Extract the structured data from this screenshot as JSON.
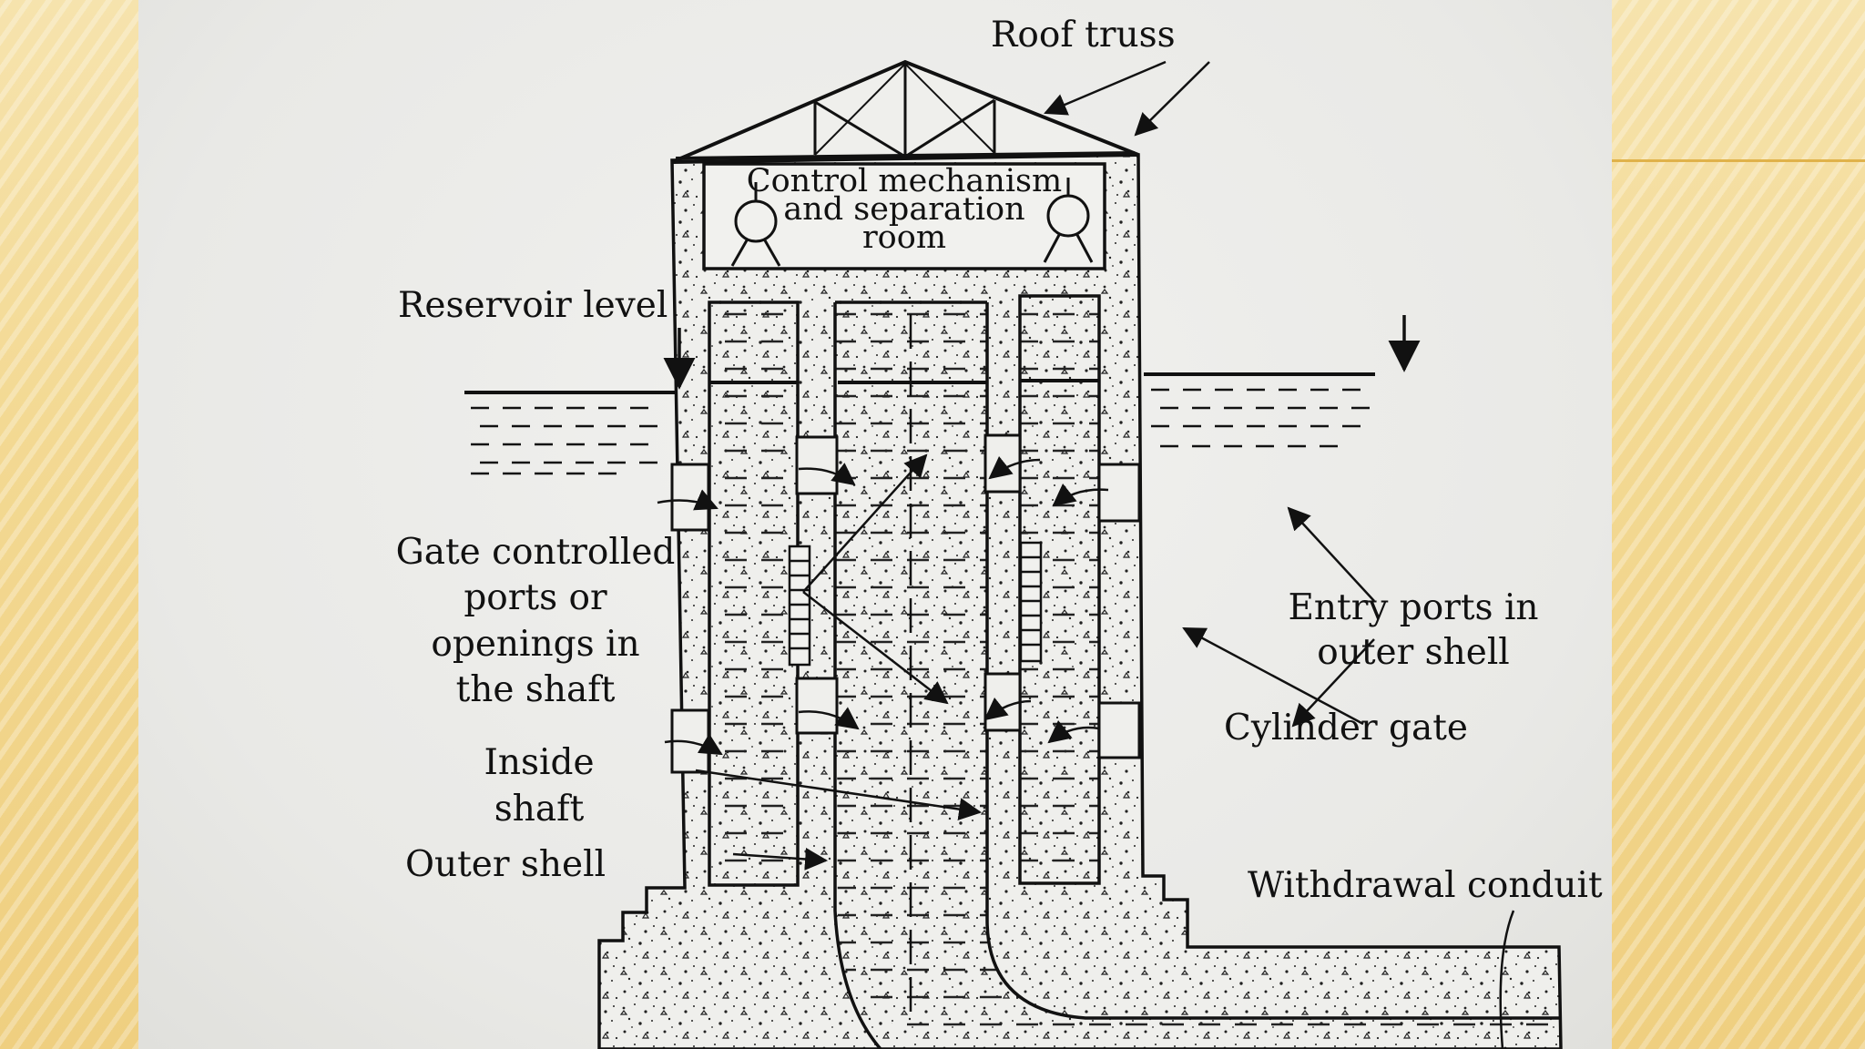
{
  "diagram": {
    "labels": {
      "roof_truss": "Roof truss",
      "control_room_1": "Control mechanism",
      "control_room_2": "and separation",
      "control_room_3": "room",
      "reservoir_level": "Reservoir level",
      "gate_ports_1": "Gate controlled",
      "gate_ports_2": "ports or",
      "gate_ports_3": "openings in",
      "gate_ports_4": "the shaft",
      "inside_shaft_1": "Inside",
      "inside_shaft_2": "shaft",
      "outer_shell": "Outer shell",
      "entry_ports_1": "Entry ports in",
      "entry_ports_2": "outer shell",
      "cylinder_gate": "Cylinder gate",
      "withdrawal_conduit": "Withdrawal conduit"
    },
    "colors": {
      "ink": "#111111",
      "paper": "#eeeeec",
      "slide_gold": "#f2dea0",
      "accent": "#e0b24a"
    }
  }
}
